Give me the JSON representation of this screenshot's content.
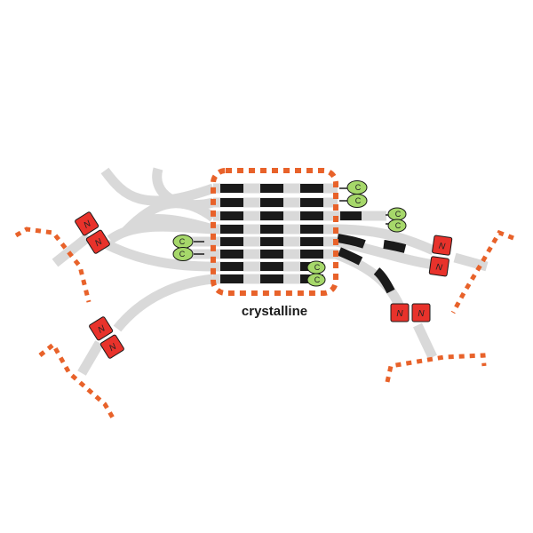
{
  "diagram": {
    "label": "crystalline",
    "n_terminus_label": "N",
    "c_terminus_label": "C",
    "colors": {
      "strand": "#d9d9d9",
      "crystal_segment": "#1a1a1a",
      "n_domain": "#e8322b",
      "c_domain": "#a6d86a",
      "boundary": "#e8622a"
    }
  }
}
